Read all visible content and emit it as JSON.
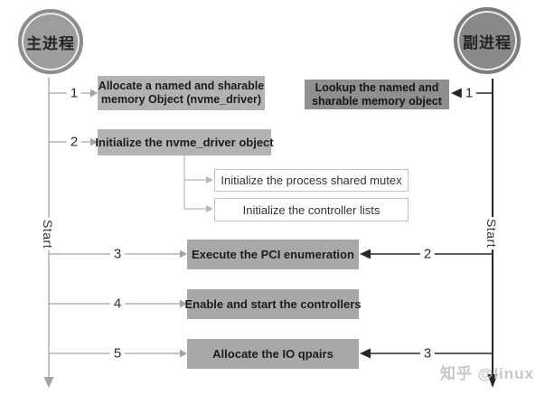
{
  "actors": {
    "main_label": "主进程",
    "secondary_label": "副进程"
  },
  "lifelines": {
    "left_start_label": "Start",
    "right_start_label": "Start"
  },
  "boxes": {
    "alloc_line1": "Allocate a named and sharable",
    "alloc_line2": "memory Object (nvme_driver)",
    "lookup_line1": "Lookup the named and",
    "lookup_line2": "sharable memory object",
    "init_driver": "Initialize the nvme_driver object",
    "init_mutex": "Initialize the process shared mutex",
    "init_lists": "Initialize the controller lists",
    "pci_enum": "Execute the PCI enumeration",
    "enable_ctrl": "Enable and start the controllers",
    "alloc_qpairs": "Allocate the IO qpairs"
  },
  "steps": {
    "left": [
      "1",
      "2",
      "3",
      "4",
      "5"
    ],
    "right": [
      "1",
      "2",
      "3"
    ]
  },
  "watermark": "知乎 @linux",
  "colors": {
    "left_actor_fill": "#9d9d9d",
    "right_actor_fill": "#898989",
    "left_box_fill": "#b3b3b3",
    "right_box_fill": "#8f8f8f",
    "action_box_fill": "#a8a8a8",
    "sub_box_border": "#c2c2c2",
    "gray_line": "#a3a3a3",
    "black_line": "#262626",
    "watermark_text": "#c6c6c6"
  }
}
